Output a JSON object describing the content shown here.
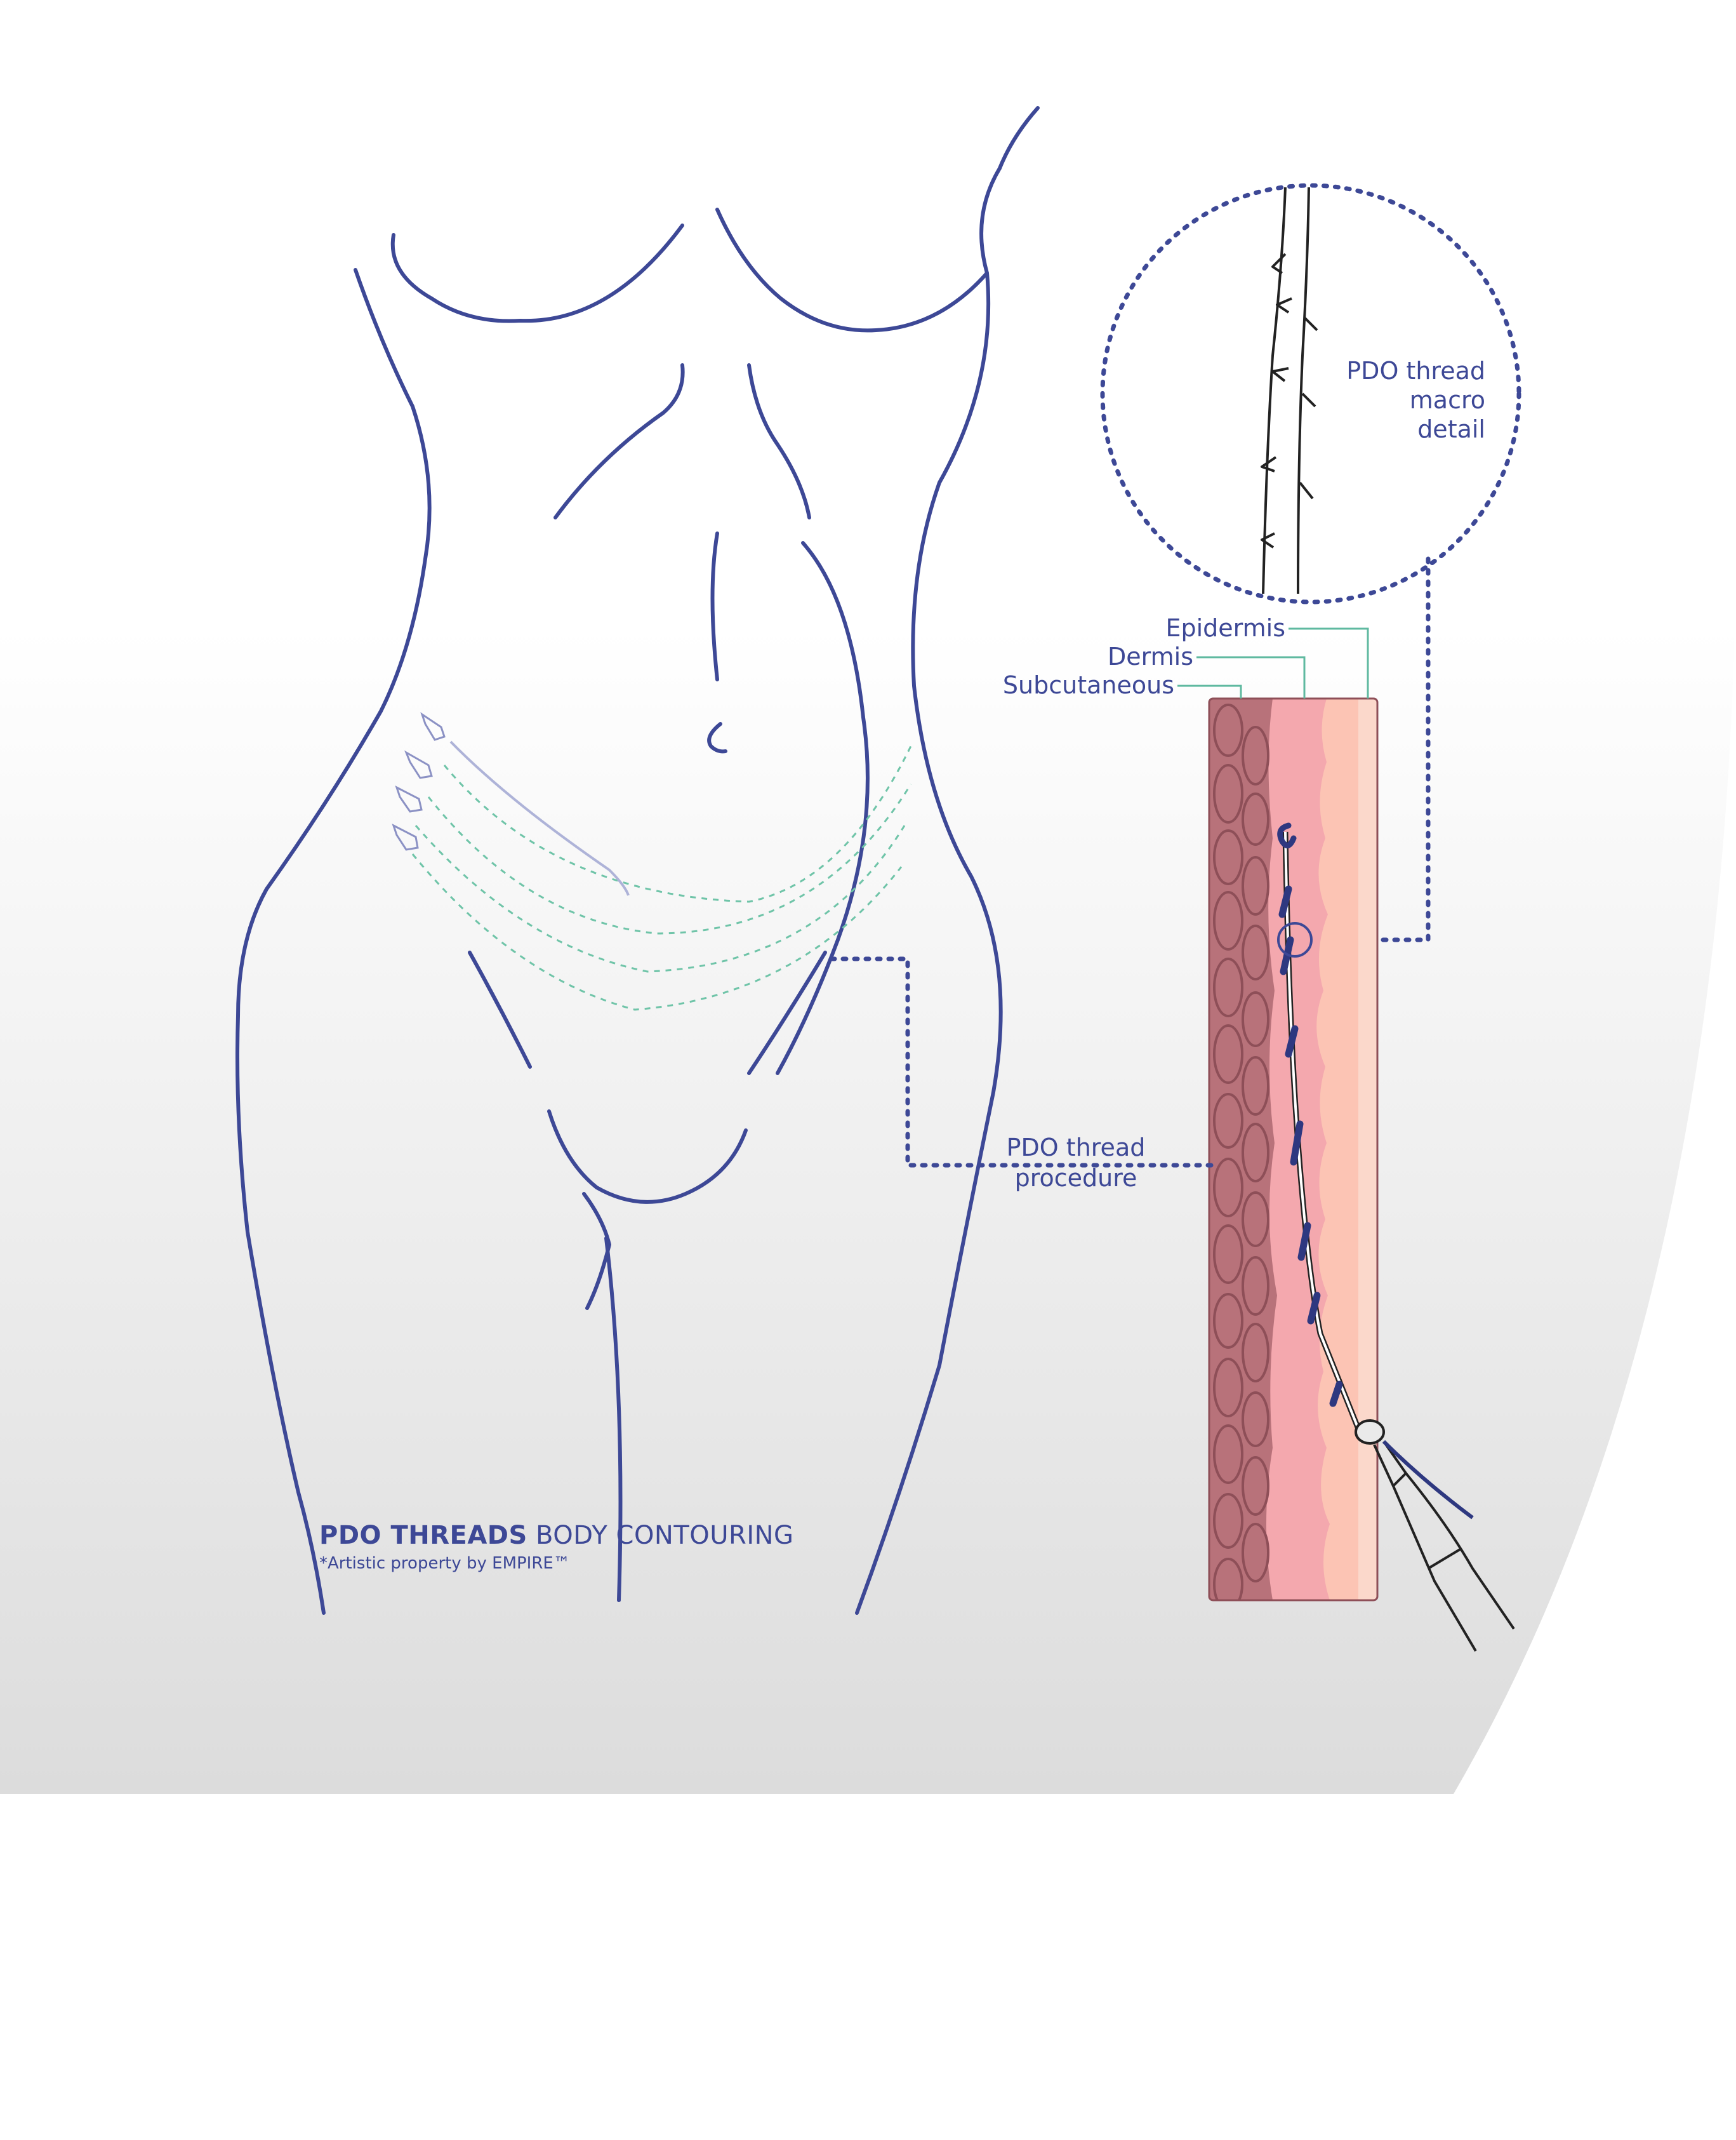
{
  "labels": {
    "macro_detail_line1": "PDO thread",
    "macro_detail_line2": "macro",
    "macro_detail_line3": "detail",
    "epidermis": "Epidermis",
    "dermis": "Dermis",
    "subcutaneous": "Subcutaneous",
    "procedure_line1": "PDO thread",
    "procedure_line2": "procedure"
  },
  "caption": {
    "title_bold": "PDO THREADS",
    "title_rest": " BODY CONTOURING",
    "credit": "*Artistic property by EMPIRE™"
  },
  "colors": {
    "outline": "#3d4896",
    "thread_path": "#6fc4a8",
    "leader": "#5fb9a0",
    "subcutaneous": "#b8727a",
    "dermis": "#f4a8ae",
    "epidermis": "#fbd3c6",
    "background_top": "#ffffff",
    "background_bottom": "#dcdcdc"
  }
}
